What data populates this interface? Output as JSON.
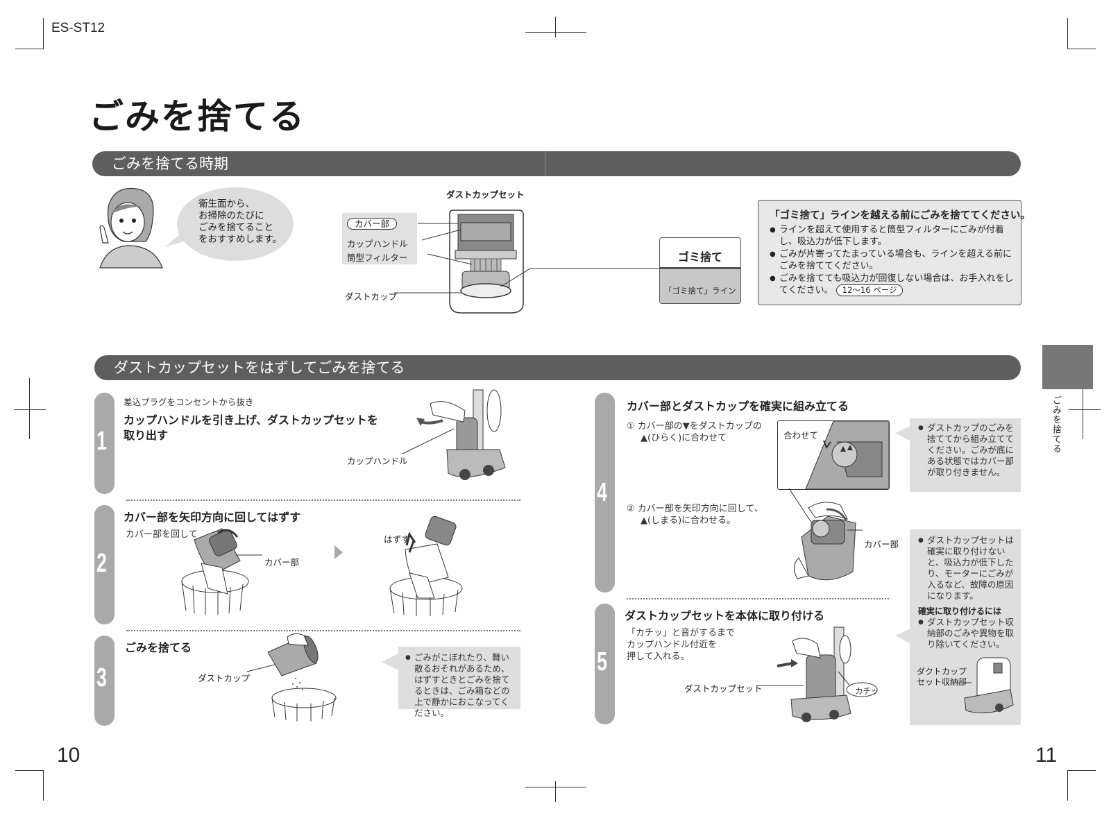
{
  "header": {
    "model": "ES-ST12",
    "title": "ごみを捨てる"
  },
  "section1": {
    "band_title": "ごみを捨てる時期",
    "bubble_lines": [
      "衛生面から、",
      "お掃除のたびに",
      "ごみを捨てること",
      "をおすすめします。"
    ],
    "diagram_title": "ダストカップセット",
    "parts": [
      "カバー部",
      "カップハンドル",
      "筒型フィルター",
      "ダストカップ"
    ],
    "line_label_head": "ゴミ捨て",
    "line_label_sub": "「ゴミ捨て」ライン",
    "warning": {
      "head": "「ゴミ捨て」ラインを越える前にごみを捨ててください。",
      "items": [
        "ラインを超えて使用すると筒型フィルターにごみが付着し、吸込力が低下します。",
        "ごみが片寄ってたまっている場合も、ラインを超える前にごみを捨ててください。",
        "ごみを捨てても吸込力が回復しない場合は、お手入れをしてください。"
      ],
      "ref": "12〜16 ページ"
    }
  },
  "section2": {
    "band_title": "ダストカップセットをはずしてごみを捨てる",
    "steps": [
      {
        "num": "1",
        "pre": "差込プラグをコンセントから抜き",
        "title_lines": [
          "カップハンドルを引き上げ、ダストカップセットを",
          "取り出す"
        ],
        "label": "カップハンドル"
      },
      {
        "num": "2",
        "title": "カバー部を矢印方向に回してはずす",
        "sub": "カバー部を回して",
        "label": "カバー部",
        "label2": "はずす"
      },
      {
        "num": "3",
        "title": "ごみを捨てる",
        "label": "ダストカップ",
        "note": "ごみがこぼれたり、舞い散るおそれがあるため、はずすときとごみを捨てるときは、ごみ箱などの上で静かにおこなってください。"
      },
      {
        "num": "4",
        "title": "カバー部とダストカップを確実に組み立てる",
        "sub1_lines": [
          "① カバー部の▼をダストカップの",
          "▲(ひらく)に合わせて"
        ],
        "sub2_lines": [
          "② カバー部を矢印方向に回して、",
          "▲(しまる)に合わせる。"
        ],
        "inset_label": "合わせて",
        "label": "カバー部",
        "note": "ダストカップのごみを捨ててから組み立ててください。ごみが底にある状態ではカバー部が取り付きません。"
      },
      {
        "num": "5",
        "title": "ダストカップセットを本体に取り付ける",
        "sub_lines": [
          "「カチッ」と音がするまで",
          "カップハンドル付近を",
          "押して入れる。"
        ],
        "label": "ダストカップセット",
        "click": "カチッ"
      }
    ],
    "side_note": {
      "item1": "ダストカップセットは確実に取り付けないと、吸込力が低下したり、モーターにごみが入るなど、故障の原因になります。",
      "head": "確実に取り付けるには",
      "item2": "ダストカップセット収納部のごみや異物を取り除いてください。",
      "storage_label_lines": [
        "ダクトカップ",
        "セット収納部"
      ]
    }
  },
  "side_tab": "ごみを捨てる",
  "page_numbers": {
    "left": "10",
    "right": "11"
  }
}
